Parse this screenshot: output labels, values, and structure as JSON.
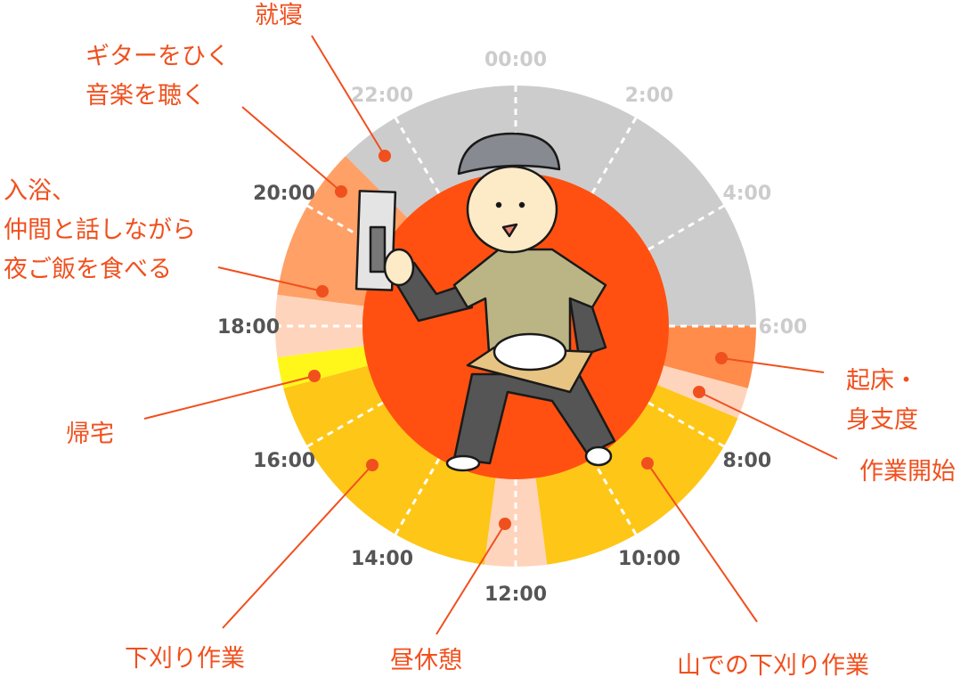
{
  "colors": {
    "accent": "#F0501E",
    "sleep": "#CCCCCC",
    "evening": "#FFA066",
    "wake": "#FF8C4A",
    "pale": "#FFD4BC",
    "work": "#FEC617",
    "home": "#FFF71A",
    "inner": "#FF5011",
    "hour_light": "#CCCCCC",
    "hour_dark": "#555555"
  },
  "segments": [
    {
      "name": "sleep",
      "start": 21,
      "end": 30,
      "color": "#CCCCCC"
    },
    {
      "name": "wake-up",
      "start": 6,
      "end": 7,
      "color": "#FF8C4A"
    },
    {
      "name": "work-start",
      "start": 7,
      "end": 7.5,
      "color": "#FFD4BC"
    },
    {
      "name": "mountain-work",
      "start": 7.5,
      "end": 11.5,
      "color": "#FEC617"
    },
    {
      "name": "lunch",
      "start": 11.5,
      "end": 12.5,
      "color": "#FFD4BC"
    },
    {
      "name": "weeding",
      "start": 12.5,
      "end": 17,
      "color": "#FEC617"
    },
    {
      "name": "return-home",
      "start": 17,
      "end": 17.5,
      "color": "#FFF71A"
    },
    {
      "name": "rest",
      "start": 17.5,
      "end": 18.5,
      "color": "#FFD4BC"
    },
    {
      "name": "evening",
      "start": 18.5,
      "end": 21,
      "color": "#FFA066"
    }
  ],
  "hours": [
    {
      "h": 0,
      "label": "00:00",
      "light": true
    },
    {
      "h": 2,
      "label": "2:00",
      "light": true
    },
    {
      "h": 4,
      "label": "4:00",
      "light": true
    },
    {
      "h": 6,
      "label": "6:00",
      "light": true
    },
    {
      "h": 8,
      "label": "8:00",
      "light": false
    },
    {
      "h": 10,
      "label": "10:00",
      "light": false
    },
    {
      "h": 12,
      "label": "12:00",
      "light": false
    },
    {
      "h": 14,
      "label": "14:00",
      "light": false
    },
    {
      "h": 16,
      "label": "16:00",
      "light": false
    },
    {
      "h": 18,
      "label": "18:00",
      "light": false
    },
    {
      "h": 20,
      "label": "20:00",
      "light": false
    },
    {
      "h": 22,
      "label": "22:00",
      "light": true
    }
  ],
  "annotations": {
    "sleep": {
      "lines": [
        "就寝"
      ]
    },
    "guitar": {
      "lines": [
        "ギターをひく",
        "音楽を聴く"
      ]
    },
    "bath": {
      "lines": [
        "入浴、",
        "仲間と話しながら",
        "夜ご飯を食べる"
      ]
    },
    "home": {
      "lines": [
        "帰宅"
      ]
    },
    "weeding": {
      "lines": [
        "下刈り作業"
      ]
    },
    "lunch": {
      "lines": [
        "昼休憩"
      ]
    },
    "mountain": {
      "lines": [
        "山での下刈り作業"
      ]
    },
    "wake": {
      "lines": [
        "起床・",
        "身支度"
      ]
    },
    "start": {
      "lines": [
        "作業開始"
      ]
    }
  }
}
